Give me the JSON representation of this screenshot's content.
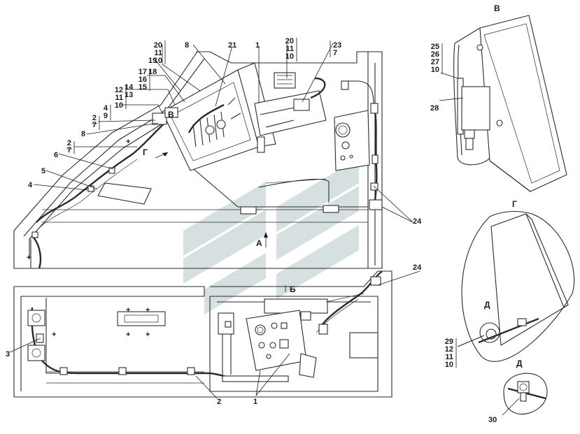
{
  "view_labels": {
    "B": "В",
    "G": "Г",
    "D": "Д",
    "arrow_A": "А",
    "arrow_B": "Б",
    "arrow_G": "Г"
  },
  "callouts": {
    "c1a": "1",
    "c1b": "1",
    "c2": "2",
    "c3": "3",
    "c4": "4",
    "c5": "5",
    "c6": "6",
    "c8a": "8",
    "c8b": "8",
    "c19": "19",
    "c21": "21",
    "c24a": "24",
    "c24b": "24",
    "c28": "28",
    "c30": "30"
  },
  "stacks": {
    "s_20_11_10_left": [
      "20",
      "11",
      "10"
    ],
    "s_17_16_15": [
      "17",
      "16",
      "15"
    ],
    "s_18": [
      "18"
    ],
    "s_12_11_10": [
      "12",
      "11",
      "10"
    ],
    "s_14_13": [
      "14",
      "13"
    ],
    "s_4_9": [
      "4",
      "9"
    ],
    "s_2_7a": [
      "2",
      "7"
    ],
    "s_2_7b": [
      "2",
      "7"
    ],
    "s_20_11_10_mid": [
      "20",
      "11",
      "10"
    ],
    "s_23_7": [
      "23",
      "7"
    ],
    "s_25_26_27_10": [
      "25",
      "26",
      "27",
      "10"
    ],
    "s_29_12_11_10": [
      "29",
      "12",
      "11",
      "10"
    ]
  },
  "watermark": "logo"
}
